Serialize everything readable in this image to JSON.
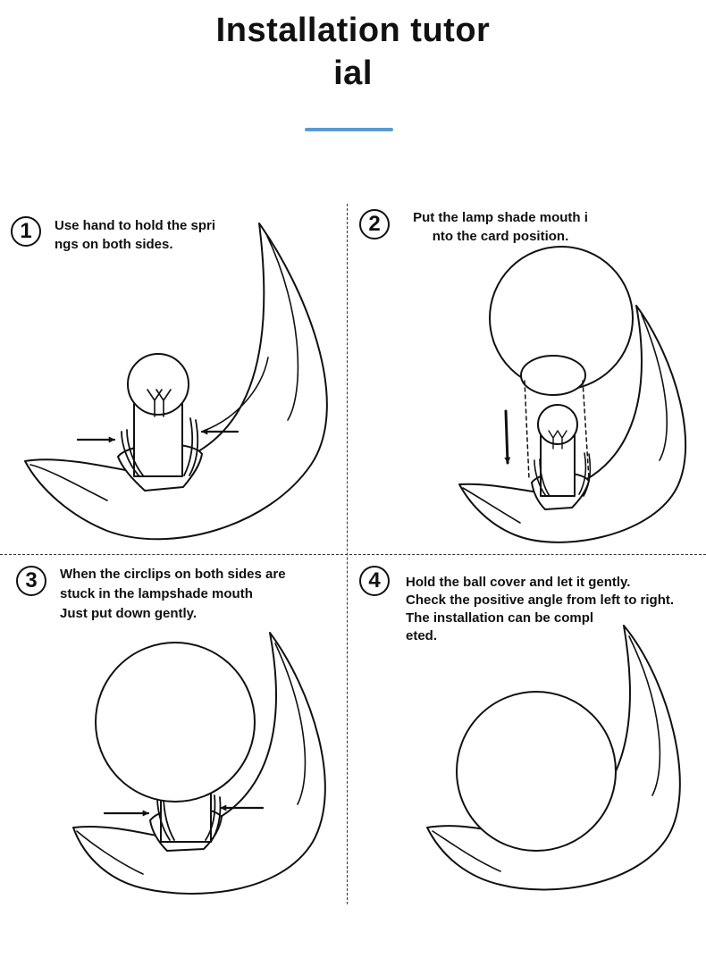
{
  "title": {
    "line1": "Installation tutor",
    "line2": "ial"
  },
  "steps": [
    {
      "number": "1",
      "lines": [
        "Use hand to hold the spri",
        "ngs on both sides."
      ]
    },
    {
      "number": "2",
      "lines": [
        "Put the lamp shade mouth i",
        "nto the card position."
      ]
    },
    {
      "number": "3",
      "lines": [
        "When the circlips on both sides are",
        "stuck in the lampshade mouth",
        "Just put down gently."
      ]
    },
    {
      "number": "4",
      "lines": [
        "Hold the ball cover and let it gently.",
        "Check the positive angle from left to right.",
        "The installation can be compl",
        "eted."
      ]
    }
  ],
  "colors": {
    "accent_bar": "#5b9bd0",
    "line": "#111111",
    "background": "#ffffff"
  }
}
